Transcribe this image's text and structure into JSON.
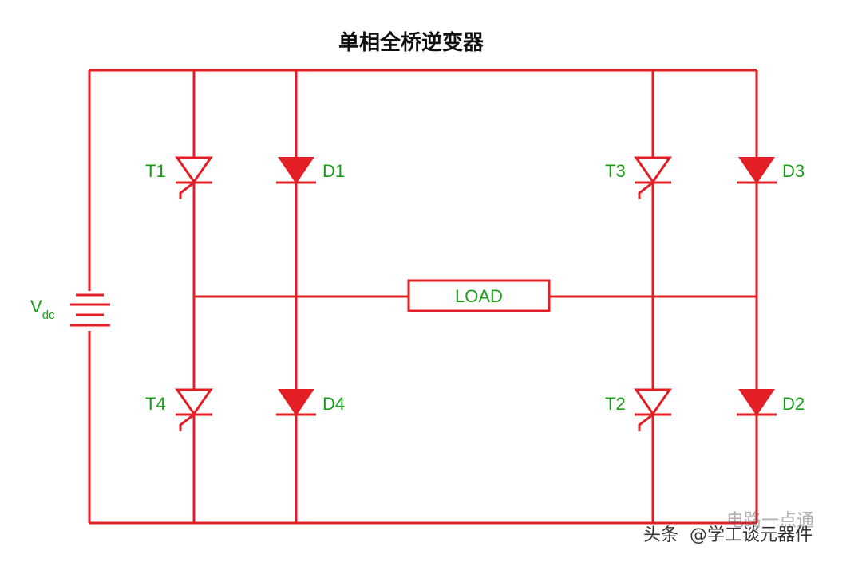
{
  "title": "单相全桥逆变器",
  "source": {
    "label": "V",
    "subscript": "dc"
  },
  "load": {
    "label": "LOAD"
  },
  "switches": [
    {
      "thyristor": "T1",
      "diode": "D1"
    },
    {
      "thyristor": "T3",
      "diode": "D3"
    },
    {
      "thyristor": "T4",
      "diode": "D4"
    },
    {
      "thyristor": "T2",
      "diode": "D2"
    }
  ],
  "watermark": {
    "prefix": "头条",
    "handle": "@学工谈元器件",
    "overlay": "电路一点通"
  },
  "colors": {
    "wire": "#e31e24",
    "label": "#1a9e1a",
    "title": "#111111"
  }
}
